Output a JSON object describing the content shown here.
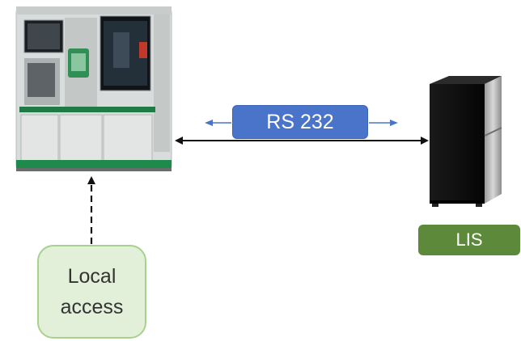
{
  "connection": {
    "label": "RS 232",
    "color": "#4a74c9"
  },
  "server": {
    "label": "LIS",
    "color": "#5c8a3a"
  },
  "local_access": {
    "line1": "Local",
    "line2": "access",
    "fill": "#e2f0d9",
    "border": "#a9d18e"
  },
  "icons": [
    "analyzer-instrument-icon",
    "server-tower-icon"
  ]
}
